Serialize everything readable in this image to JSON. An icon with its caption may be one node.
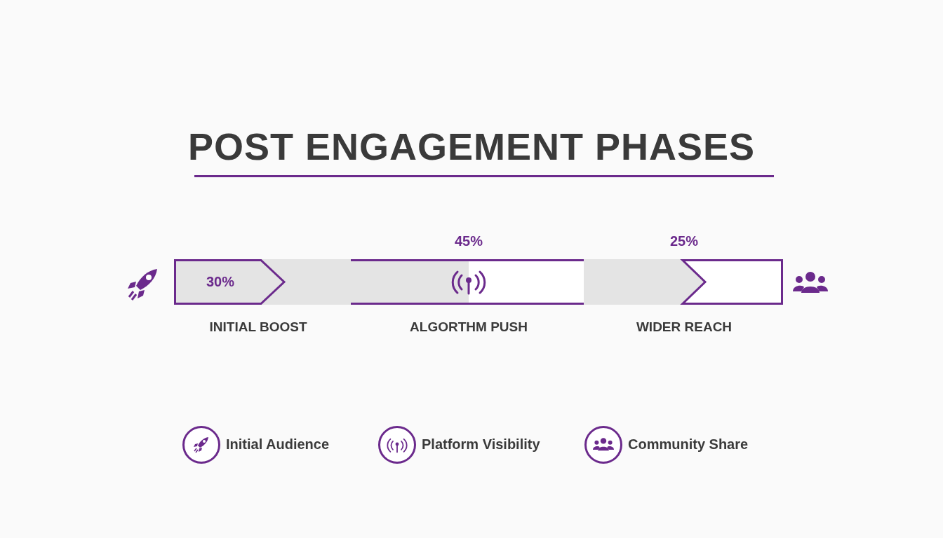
{
  "diagram": {
    "title": "POST ENGAGEMENT PHASES",
    "nodes": [
      {
        "text": [
          "30%",
          "INITIAL BOOST"
        ]
      },
      {
        "text": [
          "45%",
          "ALGORTHM PUSH"
        ]
      },
      {
        "text": [
          "25%",
          "WIDER REACH"
        ]
      }
    ],
    "legend": [
      {
        "text": "Initial Audience"
      },
      {
        "text": "Platform Visibility"
      },
      {
        "text": "Community Share"
      }
    ]
  }
}
